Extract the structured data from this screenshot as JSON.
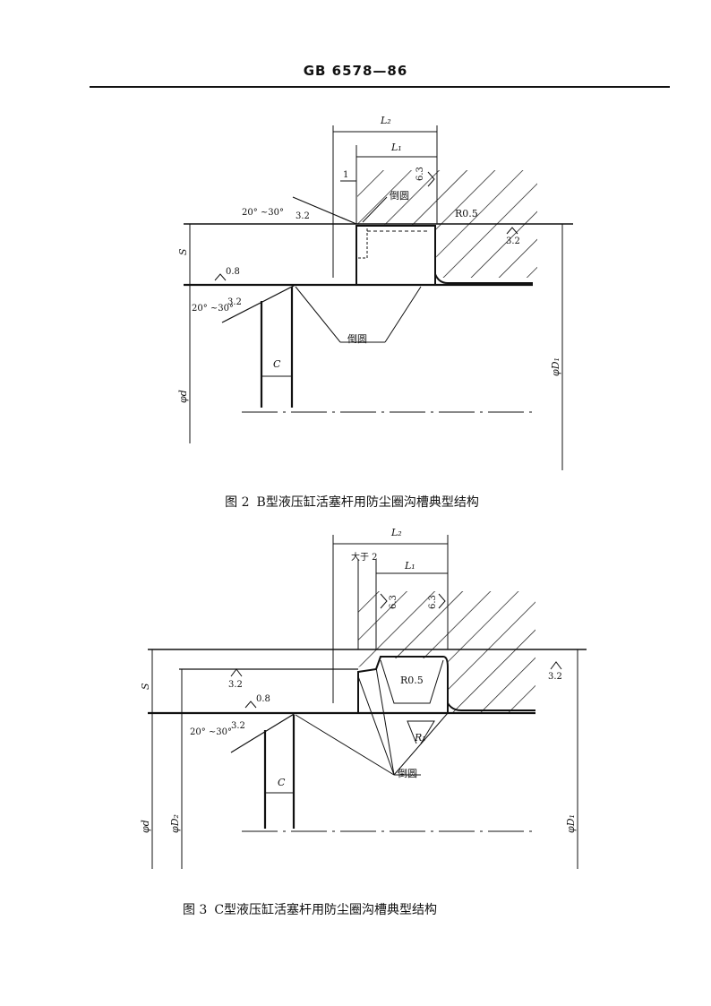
{
  "header": {
    "standard": "GB 6578—86"
  },
  "figure2": {
    "caption_prefix": "图 2",
    "caption": "B型液压缸活塞杆用防尘圈沟槽典型结构",
    "labels": {
      "L2": "L₂",
      "L1": "L₁",
      "one": "1",
      "angle": "20° ~30°",
      "chamfer_top": "倒圆",
      "chamfer_bottom": "倒圆",
      "r05": "R0.5",
      "rough63": "6.3",
      "rough32a": "3.2",
      "rough32b": "3.2",
      "rough32c": "3.2",
      "rough08": "0.8",
      "angle2": "20° ~30°",
      "S": "S",
      "C": "C",
      "phid": "φd",
      "phiD1": "φD₁"
    }
  },
  "figure3": {
    "caption_prefix": "图 3",
    "caption": "C型液压缸活塞杆用防尘圈沟槽典型结构",
    "labels": {
      "L2": "L₂",
      "L1": "L₁",
      "greater2": "大于 2",
      "rough63a": "6.3",
      "rough63b": "6.3",
      "rough32a": "3.2",
      "rough32b": "3.2",
      "rough32c": "3.2",
      "rough08": "0.8",
      "angle": "20° ~30°",
      "r05": "R0.5",
      "R1": "R₁",
      "chamfer": "倒圆",
      "S": "S",
      "C": "C",
      "phid": "φd",
      "phiD2": "φD₂",
      "phiD1": "φD₁"
    }
  }
}
